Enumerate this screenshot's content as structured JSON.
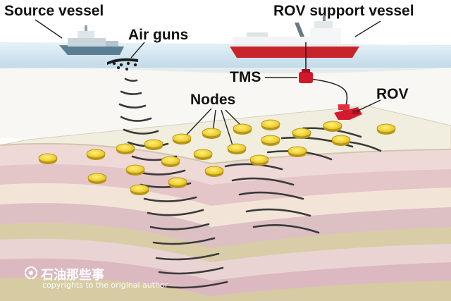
{
  "labels": {
    "source_vessel": "Source vessel",
    "air_guns": "Air guns",
    "rov_support_vessel": "ROV support vessel",
    "tms": "TMS",
    "nodes": "Nodes",
    "rov": "ROV"
  },
  "watermark": {
    "brand": "石油那些事",
    "credit": "copyrights to the original author"
  },
  "colors": {
    "sea_surface": "#cfe3ee",
    "seabed": "#ede9da",
    "node": "#f2d43a",
    "tms": "#d1182b",
    "rov": "#d51a2c",
    "seismic_waves": "#333333",
    "sediment_pink": "#e7c9cc",
    "sediment_tan": "#d8cba6"
  }
}
